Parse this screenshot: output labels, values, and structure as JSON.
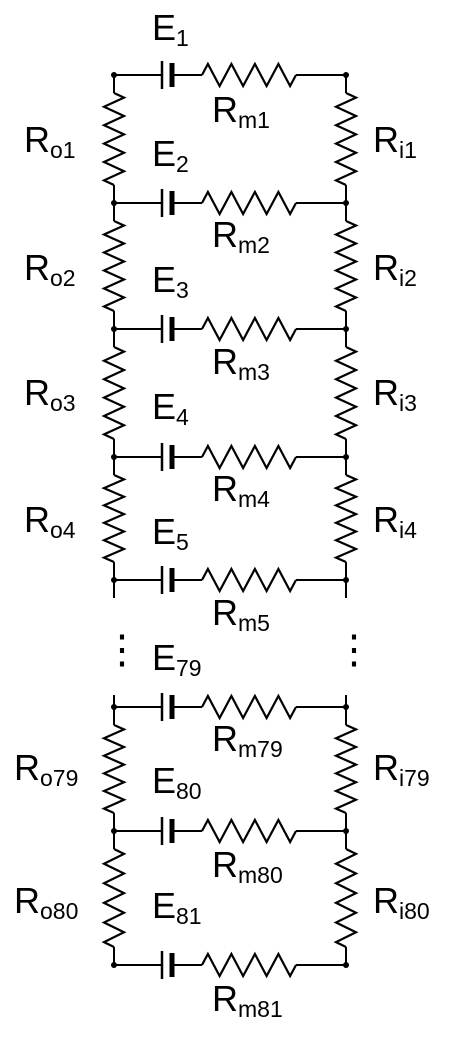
{
  "rows": [
    {
      "E": [
        "E",
        "1"
      ],
      "Rm": [
        "R",
        "m1"
      ]
    },
    {
      "E": [
        "E",
        "2"
      ],
      "Rm": [
        "R",
        "m2"
      ]
    },
    {
      "E": [
        "E",
        "3"
      ],
      "Rm": [
        "R",
        "m3"
      ]
    },
    {
      "E": [
        "E",
        "4"
      ],
      "Rm": [
        "R",
        "m4"
      ]
    },
    {
      "E": [
        "E",
        "5"
      ],
      "Rm": [
        "R",
        "m5"
      ]
    },
    {
      "E": [
        "E",
        "79"
      ],
      "Rm": [
        "R",
        "m79"
      ]
    },
    {
      "E": [
        "E",
        "80"
      ],
      "Rm": [
        "R",
        "m80"
      ]
    },
    {
      "E": [
        "E",
        "81"
      ],
      "Rm": [
        "R",
        "m81"
      ]
    }
  ],
  "sections": [
    {
      "Ro": [
        "R",
        "o1"
      ],
      "Ri": [
        "R",
        "i1"
      ]
    },
    {
      "Ro": [
        "R",
        "o2"
      ],
      "Ri": [
        "R",
        "i2"
      ]
    },
    {
      "Ro": [
        "R",
        "o3"
      ],
      "Ri": [
        "R",
        "i3"
      ]
    },
    {
      "Ro": [
        "R",
        "o4"
      ],
      "Ri": [
        "R",
        "i4"
      ]
    },
    {
      "Ro": [
        "R",
        "o79"
      ],
      "Ri": [
        "R",
        "i79"
      ]
    },
    {
      "Ro": [
        "R",
        "o80"
      ],
      "Ri": [
        "R",
        "i80"
      ]
    }
  ],
  "ellipsis": "⋮"
}
